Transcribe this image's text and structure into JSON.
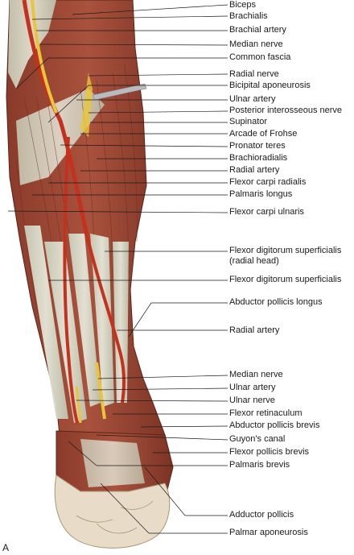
{
  "figure": {
    "panel_letter": "A",
    "labels": [
      "Biceps",
      "Brachialis",
      "Brachial artery",
      "Median nerve",
      "Common fascia",
      "Radial nerve",
      "Bicipital aponeurosis",
      "Ulnar artery",
      "Posterior interosseous nerve",
      "Supinator",
      "Arcade of Frohse",
      "Pronator teres",
      "Brachioradialis",
      "Radial artery",
      "Flexor carpi radialis",
      "Palmaris longus",
      "Flexor carpi ulnaris",
      "Flexor digitorum superficialis (radial head)",
      "Flexor digitorum superficialis",
      "Abductor pollicis longus",
      "Radial artery",
      "Median nerve",
      "Ulnar artery",
      "Ulnar  nerve",
      "Flexor retinaculum",
      "Abductor pollicis brevis",
      "Guyon's canal",
      "Flexor pollicis brevis",
      "Palmaris brevis",
      "Adductor pollicis",
      "Palmar aponeurosis"
    ]
  }
}
